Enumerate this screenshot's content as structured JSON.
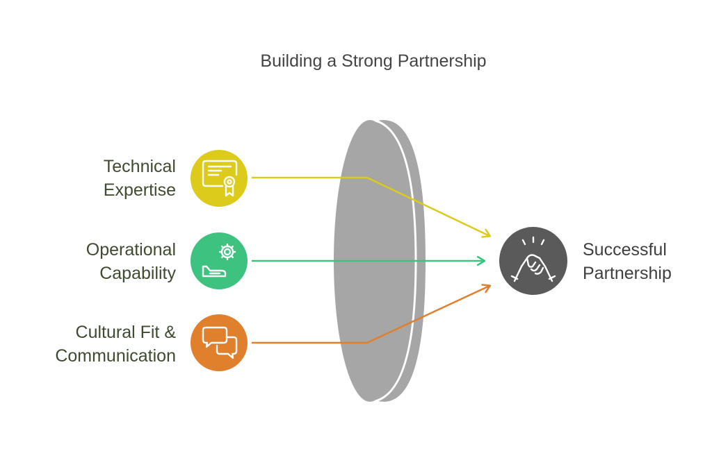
{
  "title": "Building a Strong Partnership",
  "inputs": [
    {
      "line1": "Technical",
      "line2": "Expertise",
      "color": "#dccb1a",
      "icon": "certificate-icon"
    },
    {
      "line1": "Operational",
      "line2": "Capability",
      "color": "#3ec27f",
      "icon": "gear-hand-icon"
    },
    {
      "line1": "Cultural Fit &",
      "line2": "Communication",
      "color": "#e07f2c",
      "icon": "chat-bubbles-icon"
    }
  ],
  "result": {
    "line1": "Successful",
    "line2": "Partnership",
    "color": "#5a5a5a",
    "icon": "handshake-icon"
  },
  "lens_color": "#a6a6a6"
}
